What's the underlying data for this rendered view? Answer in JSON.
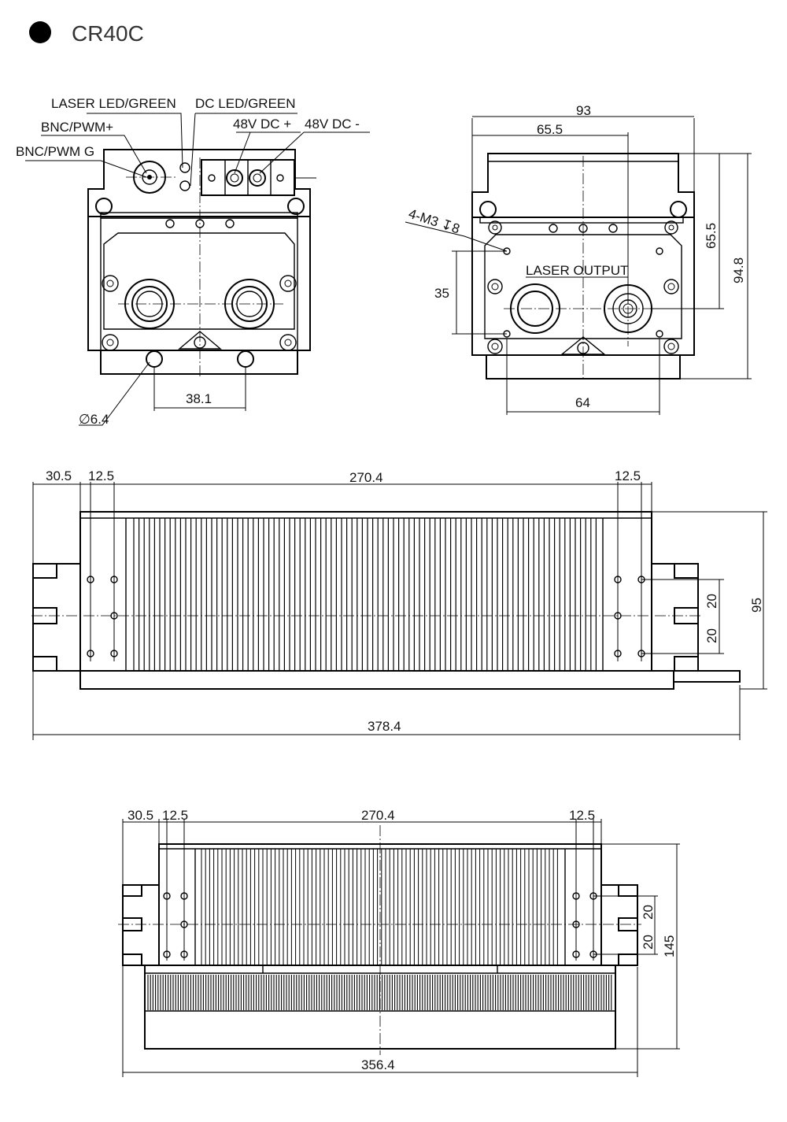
{
  "title": "CR40C",
  "colors": {
    "line": "#000000",
    "background": "#ffffff",
    "bullet": "#000000"
  },
  "front_view": {
    "labels": {
      "laser_led": "LASER LED/GREEN",
      "dc_led": "DC LED/GREEN",
      "bnc_pwm_plus": "BNC/PWM+",
      "bnc_pwm_g": "BNC/PWM G",
      "dc_plus": "48V DC +",
      "dc_minus": "48V  DC -"
    },
    "dims": {
      "pitch": "38.1",
      "hole": "∅6.4"
    }
  },
  "side_view": {
    "labels": {
      "mount": "4-M3 ↧8",
      "output": "LASER OUTPUT"
    },
    "dims": {
      "width": "93",
      "offset": "65.5",
      "height_a": "65.5",
      "height_b": "94.8",
      "hole_pitch_v": "35",
      "hole_pitch_h": "64"
    }
  },
  "top_view": {
    "dims": {
      "a": "30.5",
      "b": "12.5",
      "c": "270.4",
      "d": "12.5",
      "e": "20",
      "f": "20",
      "h": "95",
      "total": "378.4"
    }
  },
  "bottom_view": {
    "dims": {
      "a": "30.5",
      "b": "12.5",
      "c": "270.4",
      "d": "12.5",
      "e": "20",
      "f": "20",
      "h": "145",
      "total": "356.4"
    }
  }
}
